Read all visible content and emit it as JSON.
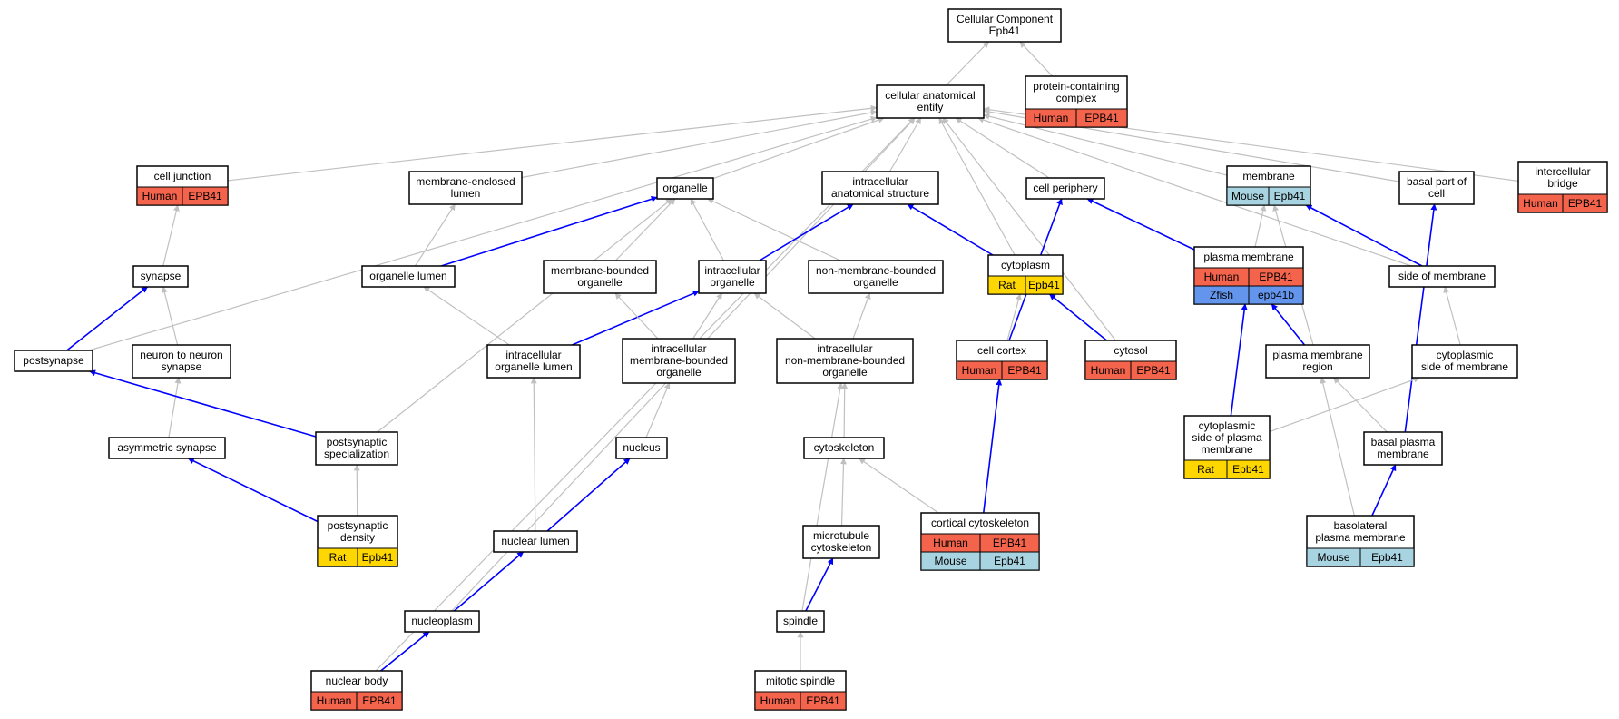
{
  "colors": {
    "is_a_edge": "#c0c0c0",
    "part_of_edge": "#0000ff",
    "node_border": "#000000",
    "Human": "#f4634c",
    "Rat": "#ffd700",
    "Mouse": "#a8d4e2",
    "Zfish": "#6495ed"
  },
  "nodes": [
    {
      "id": "cellular_component",
      "label": [
        "Cellular Component",
        "Epb41"
      ],
      "annotations": []
    },
    {
      "id": "cellular_anatomical_entity",
      "label": [
        "cellular anatomical",
        "entity"
      ],
      "annotations": []
    },
    {
      "id": "protein_containing_complex",
      "label": [
        "protein-containing",
        "complex"
      ],
      "annotations": [
        [
          {
            "species": "Human",
            "gene": "EPB41"
          }
        ]
      ]
    },
    {
      "id": "cell_junction",
      "label": [
        "cell junction"
      ],
      "annotations": [
        [
          {
            "species": "Human",
            "gene": "EPB41"
          }
        ]
      ]
    },
    {
      "id": "membrane_enclosed_lumen",
      "label": [
        "membrane-enclosed",
        "lumen"
      ],
      "annotations": []
    },
    {
      "id": "organelle",
      "label": [
        "organelle"
      ],
      "annotations": []
    },
    {
      "id": "intracellular_anatomical_structure",
      "label": [
        "intracellular",
        "anatomical structure"
      ],
      "annotations": []
    },
    {
      "id": "cell_periphery",
      "label": [
        "cell periphery"
      ],
      "annotations": []
    },
    {
      "id": "membrane",
      "label": [
        "membrane"
      ],
      "annotations": [
        [
          {
            "species": "Mouse",
            "gene": "Epb41"
          }
        ]
      ]
    },
    {
      "id": "basal_part_of_cell",
      "label": [
        "basal part of",
        "cell"
      ],
      "annotations": []
    },
    {
      "id": "intercellular_bridge",
      "label": [
        "intercellular",
        "bridge"
      ],
      "annotations": [
        [
          {
            "species": "Human",
            "gene": "EPB41"
          }
        ]
      ]
    },
    {
      "id": "synapse",
      "label": [
        "synapse"
      ],
      "annotations": []
    },
    {
      "id": "organelle_lumen",
      "label": [
        "organelle lumen"
      ],
      "annotations": []
    },
    {
      "id": "membrane_bounded_organelle",
      "label": [
        "membrane-bounded",
        "organelle"
      ],
      "annotations": []
    },
    {
      "id": "intracellular_organelle",
      "label": [
        "intracellular",
        "organelle"
      ],
      "annotations": []
    },
    {
      "id": "non_membrane_bounded_organelle",
      "label": [
        "non-membrane-bounded",
        "organelle"
      ],
      "annotations": []
    },
    {
      "id": "cytoplasm",
      "label": [
        "cytoplasm"
      ],
      "annotations": [
        [
          {
            "species": "Rat",
            "gene": "Epb41"
          }
        ]
      ]
    },
    {
      "id": "plasma_membrane",
      "label": [
        "plasma membrane"
      ],
      "annotations": [
        [
          {
            "species": "Human",
            "gene": "EPB41"
          }
        ],
        [
          {
            "species": "Zfish",
            "gene": "epb41b"
          }
        ]
      ]
    },
    {
      "id": "side_of_membrane",
      "label": [
        "side of membrane"
      ],
      "annotations": []
    },
    {
      "id": "postsynapse",
      "label": [
        "postsynapse"
      ],
      "annotations": []
    },
    {
      "id": "neuron_to_neuron_synapse",
      "label": [
        "neuron to neuron",
        "synapse"
      ],
      "annotations": []
    },
    {
      "id": "intracellular_organelle_lumen",
      "label": [
        "intracellular",
        "organelle lumen"
      ],
      "annotations": []
    },
    {
      "id": "intracellular_membrane_bounded_organelle",
      "label": [
        "intracellular",
        "membrane-bounded",
        "organelle"
      ],
      "annotations": []
    },
    {
      "id": "intracellular_non_membrane_bounded_organelle",
      "label": [
        "intracellular",
        "non-membrane-bounded",
        "organelle"
      ],
      "annotations": []
    },
    {
      "id": "cell_cortex",
      "label": [
        "cell cortex"
      ],
      "annotations": [
        [
          {
            "species": "Human",
            "gene": "EPB41"
          }
        ]
      ]
    },
    {
      "id": "cytosol",
      "label": [
        "cytosol"
      ],
      "annotations": [
        [
          {
            "species": "Human",
            "gene": "EPB41"
          }
        ]
      ]
    },
    {
      "id": "plasma_membrane_region",
      "label": [
        "plasma membrane",
        "region"
      ],
      "annotations": []
    },
    {
      "id": "cytoplasmic_side_of_membrane",
      "label": [
        "cytoplasmic",
        "side of membrane"
      ],
      "annotations": []
    },
    {
      "id": "asymmetric_synapse",
      "label": [
        "asymmetric synapse"
      ],
      "annotations": []
    },
    {
      "id": "postsynaptic_specialization",
      "label": [
        "postsynaptic",
        "specialization"
      ],
      "annotations": []
    },
    {
      "id": "nucleus",
      "label": [
        "nucleus"
      ],
      "annotations": []
    },
    {
      "id": "cytoskeleton",
      "label": [
        "cytoskeleton"
      ],
      "annotations": []
    },
    {
      "id": "cytoplasmic_side_of_plasma_membrane",
      "label": [
        "cytoplasmic",
        "side of plasma",
        "membrane"
      ],
      "annotations": [
        [
          {
            "species": "Rat",
            "gene": "Epb41"
          }
        ]
      ]
    },
    {
      "id": "basal_plasma_membrane",
      "label": [
        "basal plasma",
        "membrane"
      ],
      "annotations": []
    },
    {
      "id": "postsynaptic_density",
      "label": [
        "postsynaptic",
        "density"
      ],
      "annotations": [
        [
          {
            "species": "Rat",
            "gene": "Epb41"
          }
        ]
      ]
    },
    {
      "id": "nuclear_lumen",
      "label": [
        "nuclear lumen"
      ],
      "annotations": []
    },
    {
      "id": "microtubule_cytoskeleton",
      "label": [
        "microtubule",
        "cytoskeleton"
      ],
      "annotations": []
    },
    {
      "id": "cortical_cytoskeleton",
      "label": [
        "cortical cytoskeleton"
      ],
      "annotations": [
        [
          {
            "species": "Human",
            "gene": "EPB41"
          }
        ],
        [
          {
            "species": "Mouse",
            "gene": "Epb41"
          }
        ]
      ]
    },
    {
      "id": "basolateral_plasma_membrane",
      "label": [
        "basolateral",
        "plasma membrane"
      ],
      "annotations": [
        [
          {
            "species": "Mouse",
            "gene": "Epb41"
          }
        ]
      ]
    },
    {
      "id": "nucleoplasm",
      "label": [
        "nucleoplasm"
      ],
      "annotations": []
    },
    {
      "id": "spindle",
      "label": [
        "spindle"
      ],
      "annotations": []
    },
    {
      "id": "nuclear_body",
      "label": [
        "nuclear body"
      ],
      "annotations": [
        [
          {
            "species": "Human",
            "gene": "EPB41"
          }
        ]
      ]
    },
    {
      "id": "mitotic_spindle",
      "label": [
        "mitotic spindle"
      ],
      "annotations": [
        [
          {
            "species": "Human",
            "gene": "EPB41"
          }
        ]
      ]
    }
  ],
  "edges": [
    {
      "from": "cellular_anatomical_entity",
      "to": "cellular_component",
      "type": "is_a"
    },
    {
      "from": "protein_containing_complex",
      "to": "cellular_component",
      "type": "is_a"
    },
    {
      "from": "cell_junction",
      "to": "cellular_anatomical_entity",
      "type": "is_a"
    },
    {
      "from": "membrane_enclosed_lumen",
      "to": "cellular_anatomical_entity",
      "type": "is_a"
    },
    {
      "from": "organelle",
      "to": "cellular_anatomical_entity",
      "type": "is_a"
    },
    {
      "from": "intracellular_anatomical_structure",
      "to": "cellular_anatomical_entity",
      "type": "is_a"
    },
    {
      "from": "cell_periphery",
      "to": "cellular_anatomical_entity",
      "type": "is_a"
    },
    {
      "from": "membrane",
      "to": "cellular_anatomical_entity",
      "type": "is_a"
    },
    {
      "from": "basal_part_of_cell",
      "to": "cellular_anatomical_entity",
      "type": "is_a"
    },
    {
      "from": "intercellular_bridge",
      "to": "cellular_anatomical_entity",
      "type": "is_a"
    },
    {
      "from": "cytoplasm",
      "to": "cellular_anatomical_entity",
      "type": "is_a"
    },
    {
      "from": "cytosol",
      "to": "cellular_anatomical_entity",
      "type": "is_a"
    },
    {
      "from": "side_of_membrane",
      "to": "cellular_anatomical_entity",
      "type": "is_a"
    },
    {
      "from": "postsynapse",
      "to": "cellular_anatomical_entity",
      "type": "is_a"
    },
    {
      "from": "nuclear_body",
      "to": "cellular_anatomical_entity",
      "type": "is_a"
    },
    {
      "from": "nucleoplasm",
      "to": "cellular_anatomical_entity",
      "type": "is_a"
    },
    {
      "from": "synapse",
      "to": "cell_junction",
      "type": "is_a"
    },
    {
      "from": "neuron_to_neuron_synapse",
      "to": "synapse",
      "type": "is_a"
    },
    {
      "from": "postsynapse",
      "to": "synapse",
      "type": "part_of"
    },
    {
      "from": "organelle_lumen",
      "to": "membrane_enclosed_lumen",
      "type": "is_a"
    },
    {
      "from": "organelle_lumen",
      "to": "organelle",
      "type": "part_of"
    },
    {
      "from": "membrane_bounded_organelle",
      "to": "organelle",
      "type": "is_a"
    },
    {
      "from": "intracellular_organelle",
      "to": "organelle",
      "type": "is_a"
    },
    {
      "from": "non_membrane_bounded_organelle",
      "to": "organelle",
      "type": "is_a"
    },
    {
      "from": "postsynaptic_specialization",
      "to": "organelle",
      "type": "is_a"
    },
    {
      "from": "intracellular_organelle",
      "to": "intracellular_anatomical_structure",
      "type": "part_of"
    },
    {
      "from": "cytoplasm",
      "to": "intracellular_anatomical_structure",
      "type": "part_of"
    },
    {
      "from": "cell_cortex",
      "to": "cell_periphery",
      "type": "part_of"
    },
    {
      "from": "plasma_membrane",
      "to": "cell_periphery",
      "type": "part_of"
    },
    {
      "from": "plasma_membrane",
      "to": "membrane",
      "type": "is_a"
    },
    {
      "from": "side_of_membrane",
      "to": "membrane",
      "type": "part_of"
    },
    {
      "from": "plasma_membrane_region",
      "to": "membrane",
      "type": "is_a"
    },
    {
      "from": "basal_plasma_membrane",
      "to": "basal_part_of_cell",
      "type": "part_of"
    },
    {
      "from": "asymmetric_synapse",
      "to": "neuron_to_neuron_synapse",
      "type": "is_a"
    },
    {
      "from": "postsynaptic_specialization",
      "to": "postsynapse",
      "type": "part_of"
    },
    {
      "from": "intracellular_organelle_lumen",
      "to": "organelle_lumen",
      "type": "is_a"
    },
    {
      "from": "intracellular_organelle_lumen",
      "to": "intracellular_organelle",
      "type": "part_of"
    },
    {
      "from": "intracellular_membrane_bounded_organelle",
      "to": "membrane_bounded_organelle",
      "type": "is_a"
    },
    {
      "from": "intracellular_membrane_bounded_organelle",
      "to": "intracellular_organelle",
      "type": "is_a"
    },
    {
      "from": "intracellular_non_membrane_bounded_organelle",
      "to": "intracellular_organelle",
      "type": "is_a"
    },
    {
      "from": "intracellular_non_membrane_bounded_organelle",
      "to": "non_membrane_bounded_organelle",
      "type": "is_a"
    },
    {
      "from": "cell_cortex",
      "to": "cytoplasm",
      "type": "is_a"
    },
    {
      "from": "cytosol",
      "to": "cytoplasm",
      "type": "part_of"
    },
    {
      "from": "cytoplasmic_side_of_plasma_membrane",
      "to": "plasma_membrane",
      "type": "part_of"
    },
    {
      "from": "plasma_membrane_region",
      "to": "plasma_membrane",
      "type": "part_of"
    },
    {
      "from": "cytoplasmic_side_of_membrane",
      "to": "side_of_membrane",
      "type": "is_a"
    },
    {
      "from": "cytoplasmic_side_of_plasma_membrane",
      "to": "cytoplasmic_side_of_membrane",
      "type": "is_a"
    },
    {
      "from": "basal_plasma_membrane",
      "to": "plasma_membrane_region",
      "type": "is_a"
    },
    {
      "from": "basolateral_plasma_membrane",
      "to": "plasma_membrane_region",
      "type": "is_a"
    },
    {
      "from": "postsynaptic_density",
      "to": "asymmetric_synapse",
      "type": "part_of"
    },
    {
      "from": "postsynaptic_density",
      "to": "postsynaptic_specialization",
      "type": "is_a"
    },
    {
      "from": "nuclear_lumen",
      "to": "intracellular_organelle_lumen",
      "type": "is_a"
    },
    {
      "from": "nucleus",
      "to": "intracellular_membrane_bounded_organelle",
      "type": "is_a"
    },
    {
      "from": "cytoskeleton",
      "to": "intracellular_non_membrane_bounded_organelle",
      "type": "is_a"
    },
    {
      "from": "spindle",
      "to": "intracellular_non_membrane_bounded_organelle",
      "type": "is_a"
    },
    {
      "from": "cortical_cytoskeleton",
      "to": "cell_cortex",
      "type": "part_of"
    },
    {
      "from": "nuclear_lumen",
      "to": "nucleus",
      "type": "part_of"
    },
    {
      "from": "microtubule_cytoskeleton",
      "to": "cytoskeleton",
      "type": "is_a"
    },
    {
      "from": "cortical_cytoskeleton",
      "to": "cytoskeleton",
      "type": "is_a"
    },
    {
      "from": "basolateral_plasma_membrane",
      "to": "basal_plasma_membrane",
      "type": "part_of"
    },
    {
      "from": "nucleoplasm",
      "to": "nuclear_lumen",
      "type": "part_of"
    },
    {
      "from": "spindle",
      "to": "microtubule_cytoskeleton",
      "type": "part_of"
    },
    {
      "from": "nuclear_body",
      "to": "nucleoplasm",
      "type": "part_of"
    },
    {
      "from": "mitotic_spindle",
      "to": "spindle",
      "type": "is_a"
    }
  ]
}
